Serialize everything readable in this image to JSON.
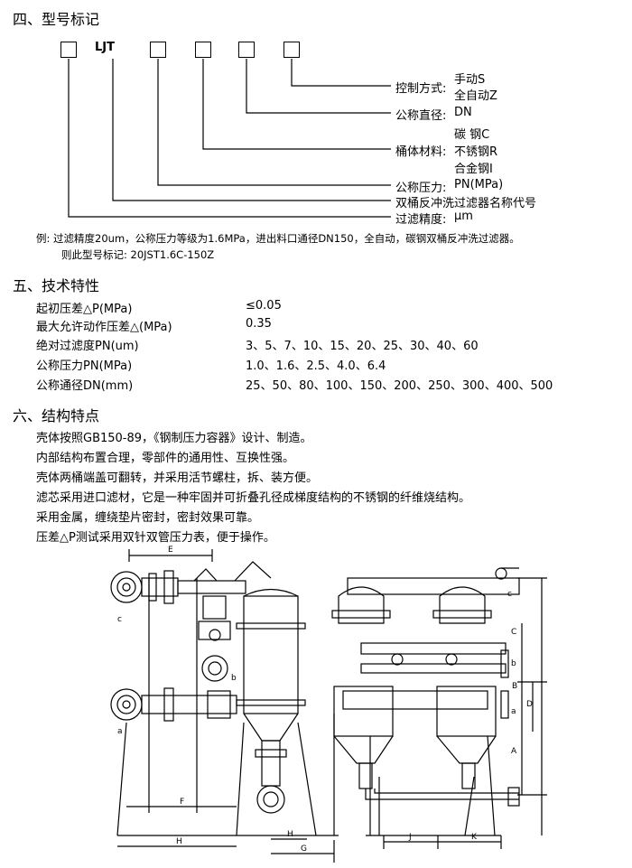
{
  "sec4": {
    "heading": "四、型号标记",
    "code": "LJT",
    "labels": {
      "control_label": "控制方式:",
      "control_s": "手动S",
      "control_z": "全自动Z",
      "dn_label": "公称直径:",
      "dn_value": "DN",
      "material_c": "碳 钢C",
      "material_label": "桶体材料:",
      "material_r": "不锈钢R",
      "material_i": "合金钢I",
      "pn_label": "公称压力:",
      "pn_value": "PN(MPa)",
      "code_label": "双桶反冲洗过滤器名称代号",
      "precision_label": "过滤精度:",
      "precision_unit": "μm"
    },
    "example_line1": "例: 过滤精度20um，公称压力等级为1.6MPa，进出料口通径DN150，全自动，碳钢双桶反冲洗过滤器。",
    "example_line2": "则此型号标记: 20JST1.6C-150Z"
  },
  "sec5": {
    "heading": "五、技术特性",
    "rows": [
      {
        "label": "起初压差△P(MPa)",
        "value": "≤0.05"
      },
      {
        "label": "最大允许动作压差△(MPa)",
        "value": "0.35"
      },
      {
        "label": "绝对过滤度PN(um)",
        "value": "3、5、7、10、15、20、25、30、40、60"
      },
      {
        "label": "公称压力PN(MPa)",
        "value": "1.0、1.6、2.5、4.0、6.4"
      },
      {
        "label": "公称通径DN(mm)",
        "value": "25、50、80、100、150、200、250、300、400、500"
      }
    ]
  },
  "sec6": {
    "heading": "六、结构特点",
    "items": [
      "壳体按照GB150-89，《钢制压力容器》设计、制造。",
      "内部结构布置合理，零部件的通用性、互换性强。",
      "壳体两桶端盖可翻转，并采用活节螺柱，拆、装方便。",
      "滤芯采用进口滤材，它是一种牢固并可折叠孔径成梯度结构的不锈钢的纤维烧结构。",
      "采用金属，缠绕垫片密封，密封效果可靠。",
      "压差△P测试采用双针双管压力表，便于操作。"
    ]
  },
  "drawing": {
    "dim_E": "E",
    "dim_F": "F",
    "dim_H": "H",
    "dim_G": "G",
    "dim_C": "C",
    "dim_B": "B",
    "dim_D": "D",
    "dim_A": "A",
    "dim_J": "J",
    "dim_K": "K",
    "port_a": "a",
    "port_b": "b",
    "port_c": "c"
  }
}
